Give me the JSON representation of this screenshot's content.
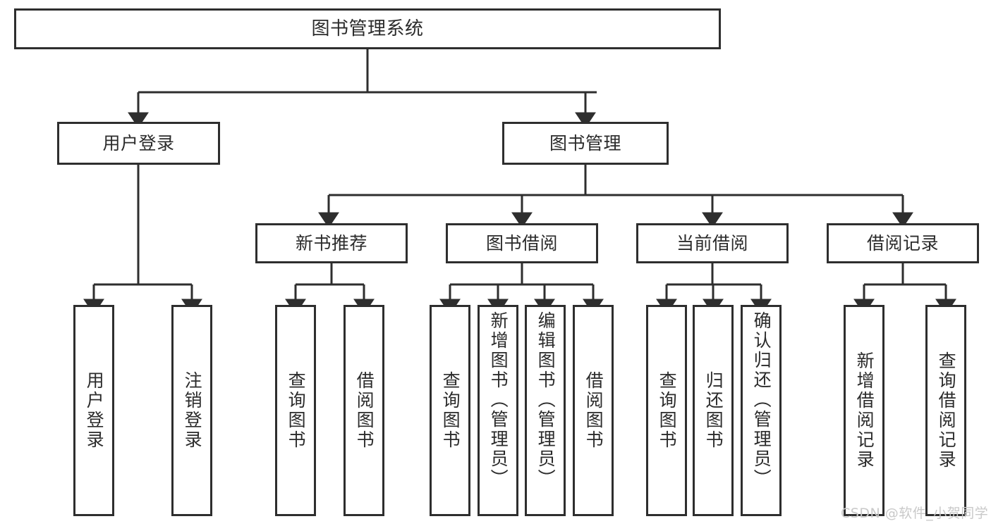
{
  "diagram": {
    "title": "图书管理系统",
    "watermark": "CSDN @软件_小贺同学",
    "stroke_color": "#2e2e2e",
    "text_color": "#2b2b2b",
    "background_color": "#ffffff",
    "watermark_color": "#c9c9c9",
    "type": "tree-hierarchy",
    "levels": 4,
    "nodes": {
      "root": "图书管理系统",
      "user_login": "用户登录",
      "book_manage": "图书管理",
      "new_book_rec": "新书推荐",
      "book_borrow": "图书借阅",
      "current_borrow": "当前借阅",
      "borrow_record": "借阅记录",
      "leaf_user_login": "用户登录",
      "leaf_logout": "注销登录",
      "leaf_query_book_1": "查询图书",
      "leaf_borrow_book_1": "借阅图书",
      "leaf_query_book_2": "查询图书",
      "leaf_add_book_admin": "新增图书（管理员）",
      "leaf_edit_book_admin": "编辑图书（管理员）",
      "leaf_borrow_book_2": "借阅图书",
      "leaf_query_book_3": "查询图书",
      "leaf_return_book": "归还图书",
      "leaf_confirm_return_admin": "确认归还（管理员）",
      "leaf_add_record": "新增借阅记录",
      "leaf_query_record": "查询借阅记录"
    },
    "edges": [
      {
        "from": "root",
        "to": "user_login"
      },
      {
        "from": "root",
        "to": "book_manage"
      },
      {
        "from": "user_login",
        "to": "leaf_user_login"
      },
      {
        "from": "user_login",
        "to": "leaf_logout"
      },
      {
        "from": "book_manage",
        "to": "new_book_rec"
      },
      {
        "from": "book_manage",
        "to": "book_borrow"
      },
      {
        "from": "book_manage",
        "to": "current_borrow"
      },
      {
        "from": "book_manage",
        "to": "borrow_record"
      },
      {
        "from": "new_book_rec",
        "to": "leaf_query_book_1"
      },
      {
        "from": "new_book_rec",
        "to": "leaf_borrow_book_1"
      },
      {
        "from": "book_borrow",
        "to": "leaf_query_book_2"
      },
      {
        "from": "book_borrow",
        "to": "leaf_add_book_admin"
      },
      {
        "from": "book_borrow",
        "to": "leaf_edit_book_admin"
      },
      {
        "from": "book_borrow",
        "to": "leaf_borrow_book_2"
      },
      {
        "from": "current_borrow",
        "to": "leaf_query_book_3"
      },
      {
        "from": "current_borrow",
        "to": "leaf_return_book"
      },
      {
        "from": "current_borrow",
        "to": "leaf_confirm_return_admin"
      },
      {
        "from": "borrow_record",
        "to": "leaf_add_record"
      },
      {
        "from": "borrow_record",
        "to": "leaf_query_record"
      }
    ]
  }
}
